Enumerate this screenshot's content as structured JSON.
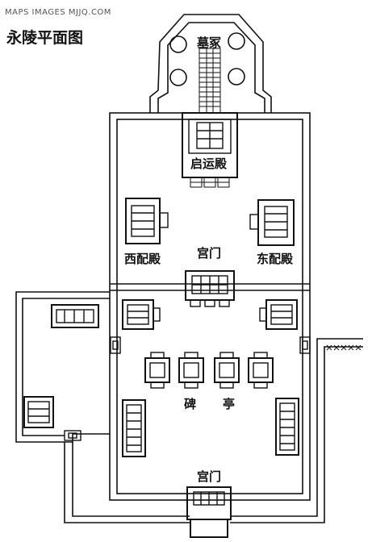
{
  "watermark": "MAPS IMAGES MJJQ.COM",
  "title": "永陵平面图",
  "labels": {
    "tomb": "墓冢",
    "qiyun_hall": "启运殿",
    "west_hall": "西配殿",
    "east_hall": "东配殿",
    "palace_gate_inner": "宫门",
    "stele": "碑",
    "pavilion": "亭",
    "palace_gate_outer": "宫门"
  },
  "icons": {
    "pine_tree": "circle-icon",
    "fence_marks": "xxxxx"
  }
}
